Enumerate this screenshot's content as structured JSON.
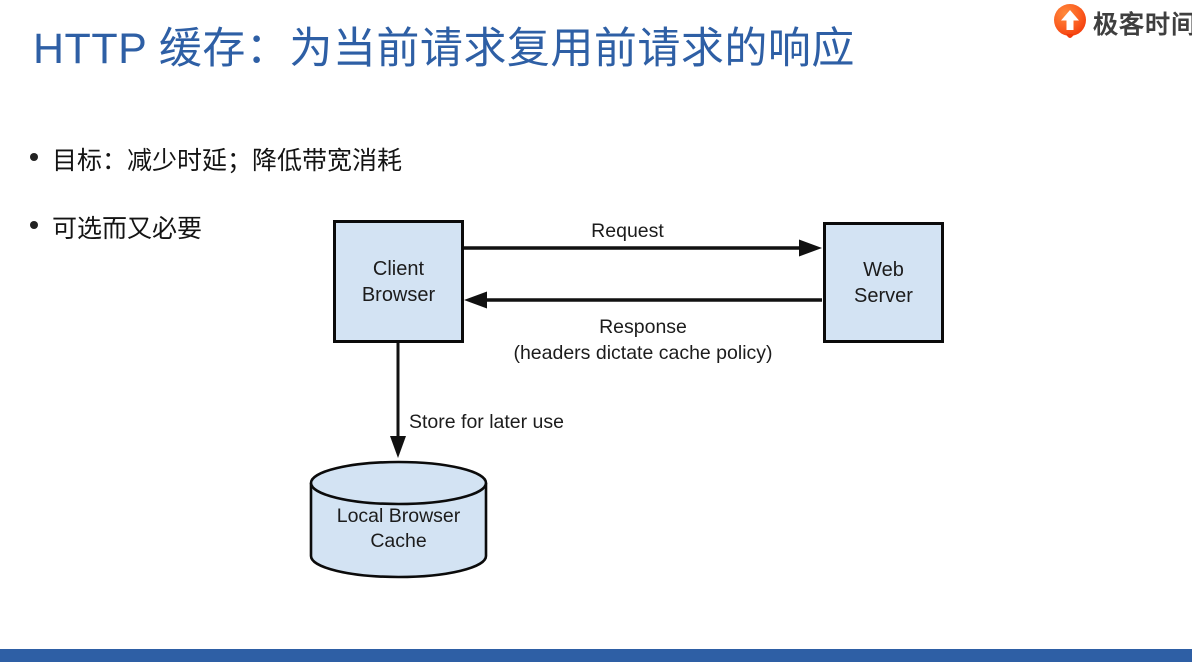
{
  "title": "HTTP 缓存：为当前请求复用前请求的响应",
  "logo": {
    "text": "极客时间"
  },
  "bullets": [
    "目标：减少时延；降低带宽消耗",
    "可选而又必要"
  ],
  "diagram": {
    "client": [
      "Client",
      "Browser"
    ],
    "server": [
      "Web",
      "Server"
    ],
    "request": "Request",
    "response": "Response",
    "response_note": "(headers dictate cache policy)",
    "store": "Store for later use",
    "cache": [
      "Local Browser",
      "Cache"
    ]
  },
  "colors": {
    "title_blue": "#2E5FA5",
    "footer_blue": "#2E5FA5",
    "box_fill": "#D3E3F3",
    "box_border": "#0B0B0B",
    "logo_orange": "#FB5D20",
    "text_dark": "#1C1C1C"
  }
}
